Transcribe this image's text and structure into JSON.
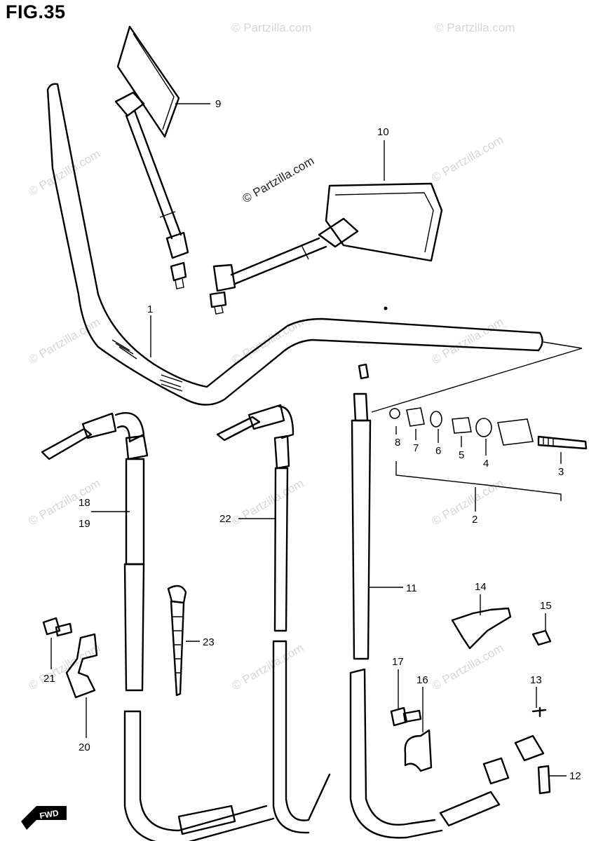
{
  "figure": {
    "title": "FIG.35"
  },
  "watermark": {
    "text": "© Partzilla.com"
  },
  "fwd_label": "FWD",
  "callouts": {
    "c1": "1",
    "c2": "2",
    "c3": "3",
    "c4": "4",
    "c5": "5",
    "c6": "6",
    "c7": "7",
    "c8": "8",
    "c9": "9",
    "c10": "10",
    "c11": "11",
    "c12": "12",
    "c13": "13",
    "c14": "14",
    "c15": "15",
    "c16": "16",
    "c17": "17",
    "c18": "18",
    "c19": "19",
    "c20": "20",
    "c21": "21",
    "c22": "22",
    "c23": "23"
  }
}
